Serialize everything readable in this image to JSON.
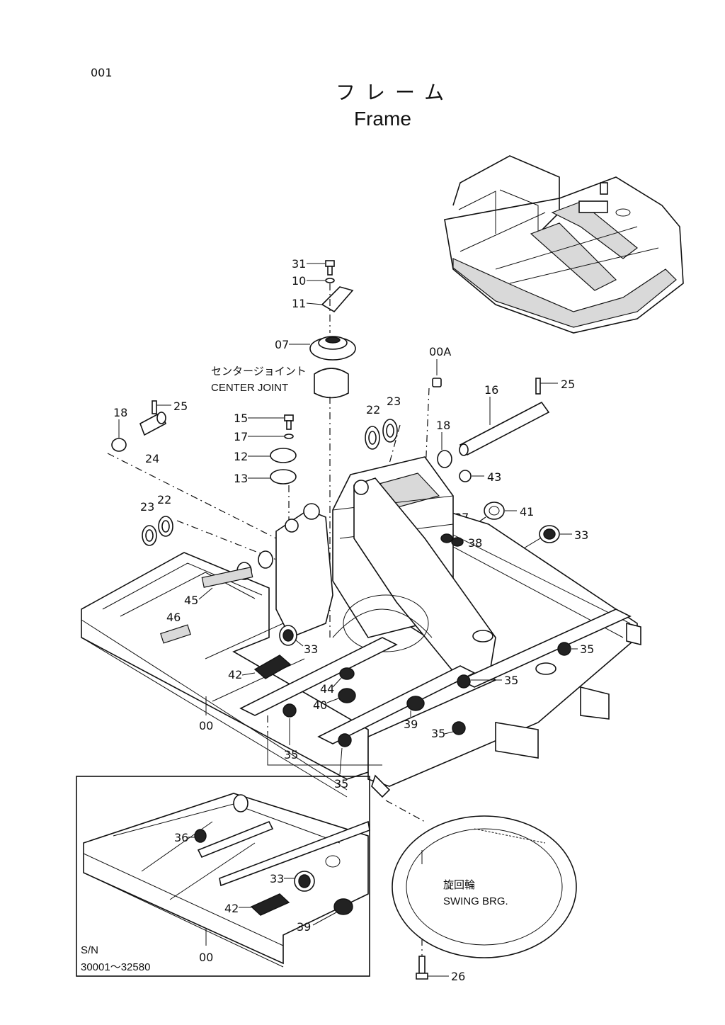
{
  "header": {
    "page_number": "001"
  },
  "title": {
    "japanese": "フレーム",
    "english": "Frame"
  },
  "labels": {
    "center_joint_jp": "センタージョイント",
    "center_joint_en": "CENTER JOINT",
    "swing_brg_jp": "旋回輪",
    "swing_brg_en": "SWING BRG.",
    "serial_prefix": "S/N",
    "serial_range": "30001～32580"
  },
  "parts": {
    "p31": "31",
    "p10": "10",
    "p11": "11",
    "p07": "07",
    "p00A": "00A",
    "p16": "16",
    "p25a": "25",
    "p25b": "25",
    "p18a": "18",
    "p18b": "18",
    "p24": "24",
    "p15": "15",
    "p17": "17",
    "p12": "12",
    "p13": "13",
    "p22a": "22",
    "p23a": "23",
    "p22b": "22",
    "p23b": "23",
    "p43": "43",
    "p41": "41",
    "p37": "37",
    "p33a": "33",
    "p38": "38",
    "p45": "45",
    "p46": "46",
    "p33b": "33",
    "p35a": "35",
    "p42a": "42",
    "p44": "44",
    "p35b": "35",
    "p40": "40",
    "p39a": "39",
    "p35c": "35",
    "p00a": "00",
    "p35d": "35",
    "p35e": "35",
    "p36": "36",
    "p33c": "33",
    "p42b": "42",
    "p39b": "39",
    "p00b": "00",
    "p26": "26"
  }
}
